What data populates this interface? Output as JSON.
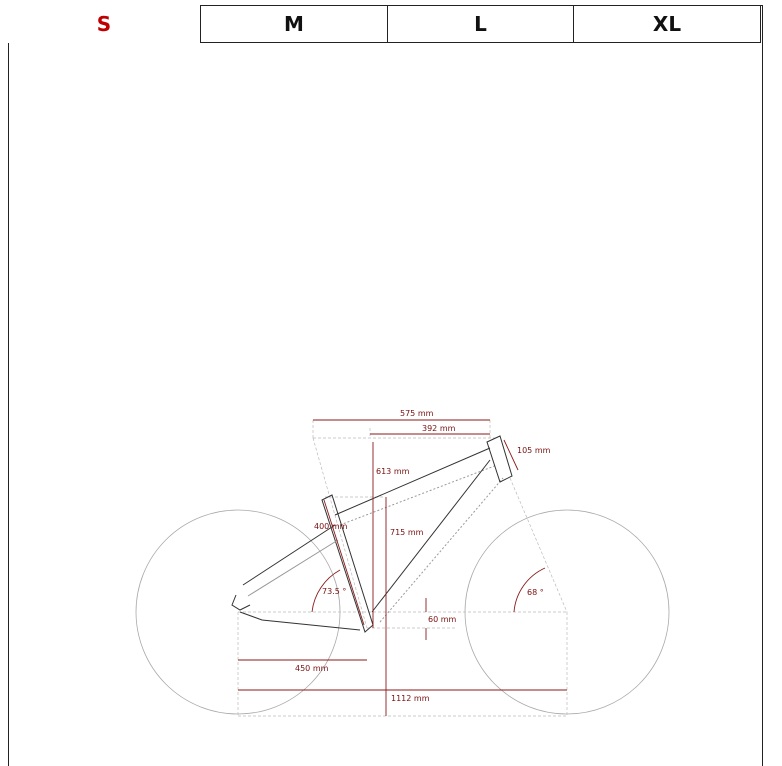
{
  "tabs": [
    {
      "label": "S",
      "active": true
    },
    {
      "label": "M"
    },
    {
      "label": "L"
    },
    {
      "label": "XL"
    }
  ],
  "colors": {
    "accent": "#c00000",
    "dimension": "#8b1a1a"
  },
  "dimensions": {
    "reach_total": "575 mm",
    "reach": "392 mm",
    "head_tube": "105 mm",
    "stack": "613 mm",
    "seat_tube": "400 mm",
    "standover": "715 mm",
    "seat_angle": "73.5 °",
    "head_angle": "68 °",
    "bb_drop": "60 mm",
    "chainstay": "450 mm",
    "wheelbase": "1112 mm"
  }
}
